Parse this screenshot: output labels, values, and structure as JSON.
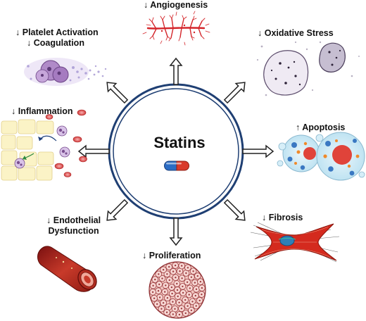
{
  "center": {
    "title": "Statins"
  },
  "effects": {
    "angiogenesis": {
      "arrow": "↓",
      "label": "Angiogenesis"
    },
    "oxidative_stress": {
      "arrow": "↓",
      "label": "Oxidative Stress"
    },
    "apoptosis": {
      "arrow": "↑",
      "label": "Apoptosis"
    },
    "fibrosis": {
      "arrow": "↓",
      "label": "Fibrosis"
    },
    "proliferation": {
      "arrow": "↓",
      "label": "Proliferation"
    },
    "endothelial": {
      "arrow": "↓",
      "line1": "Endothelial",
      "line2": "Dysfunction"
    },
    "inflammation": {
      "arrow": "↓",
      "label": "Inflammation"
    },
    "platelet": {
      "arrow": "↓",
      "line1": "Platelet Activation",
      "arrow2": "↓",
      "line2": "Coagulation"
    }
  },
  "colors": {
    "circle_border": "#1f3f73",
    "arrow_fill": "#ffffff",
    "arrow_stroke": "#222222",
    "pill_blue": "#2b6cc4",
    "pill_red": "#d93a2b",
    "vessel": "#c0392b",
    "cell_purple": "#7a4f8f"
  }
}
